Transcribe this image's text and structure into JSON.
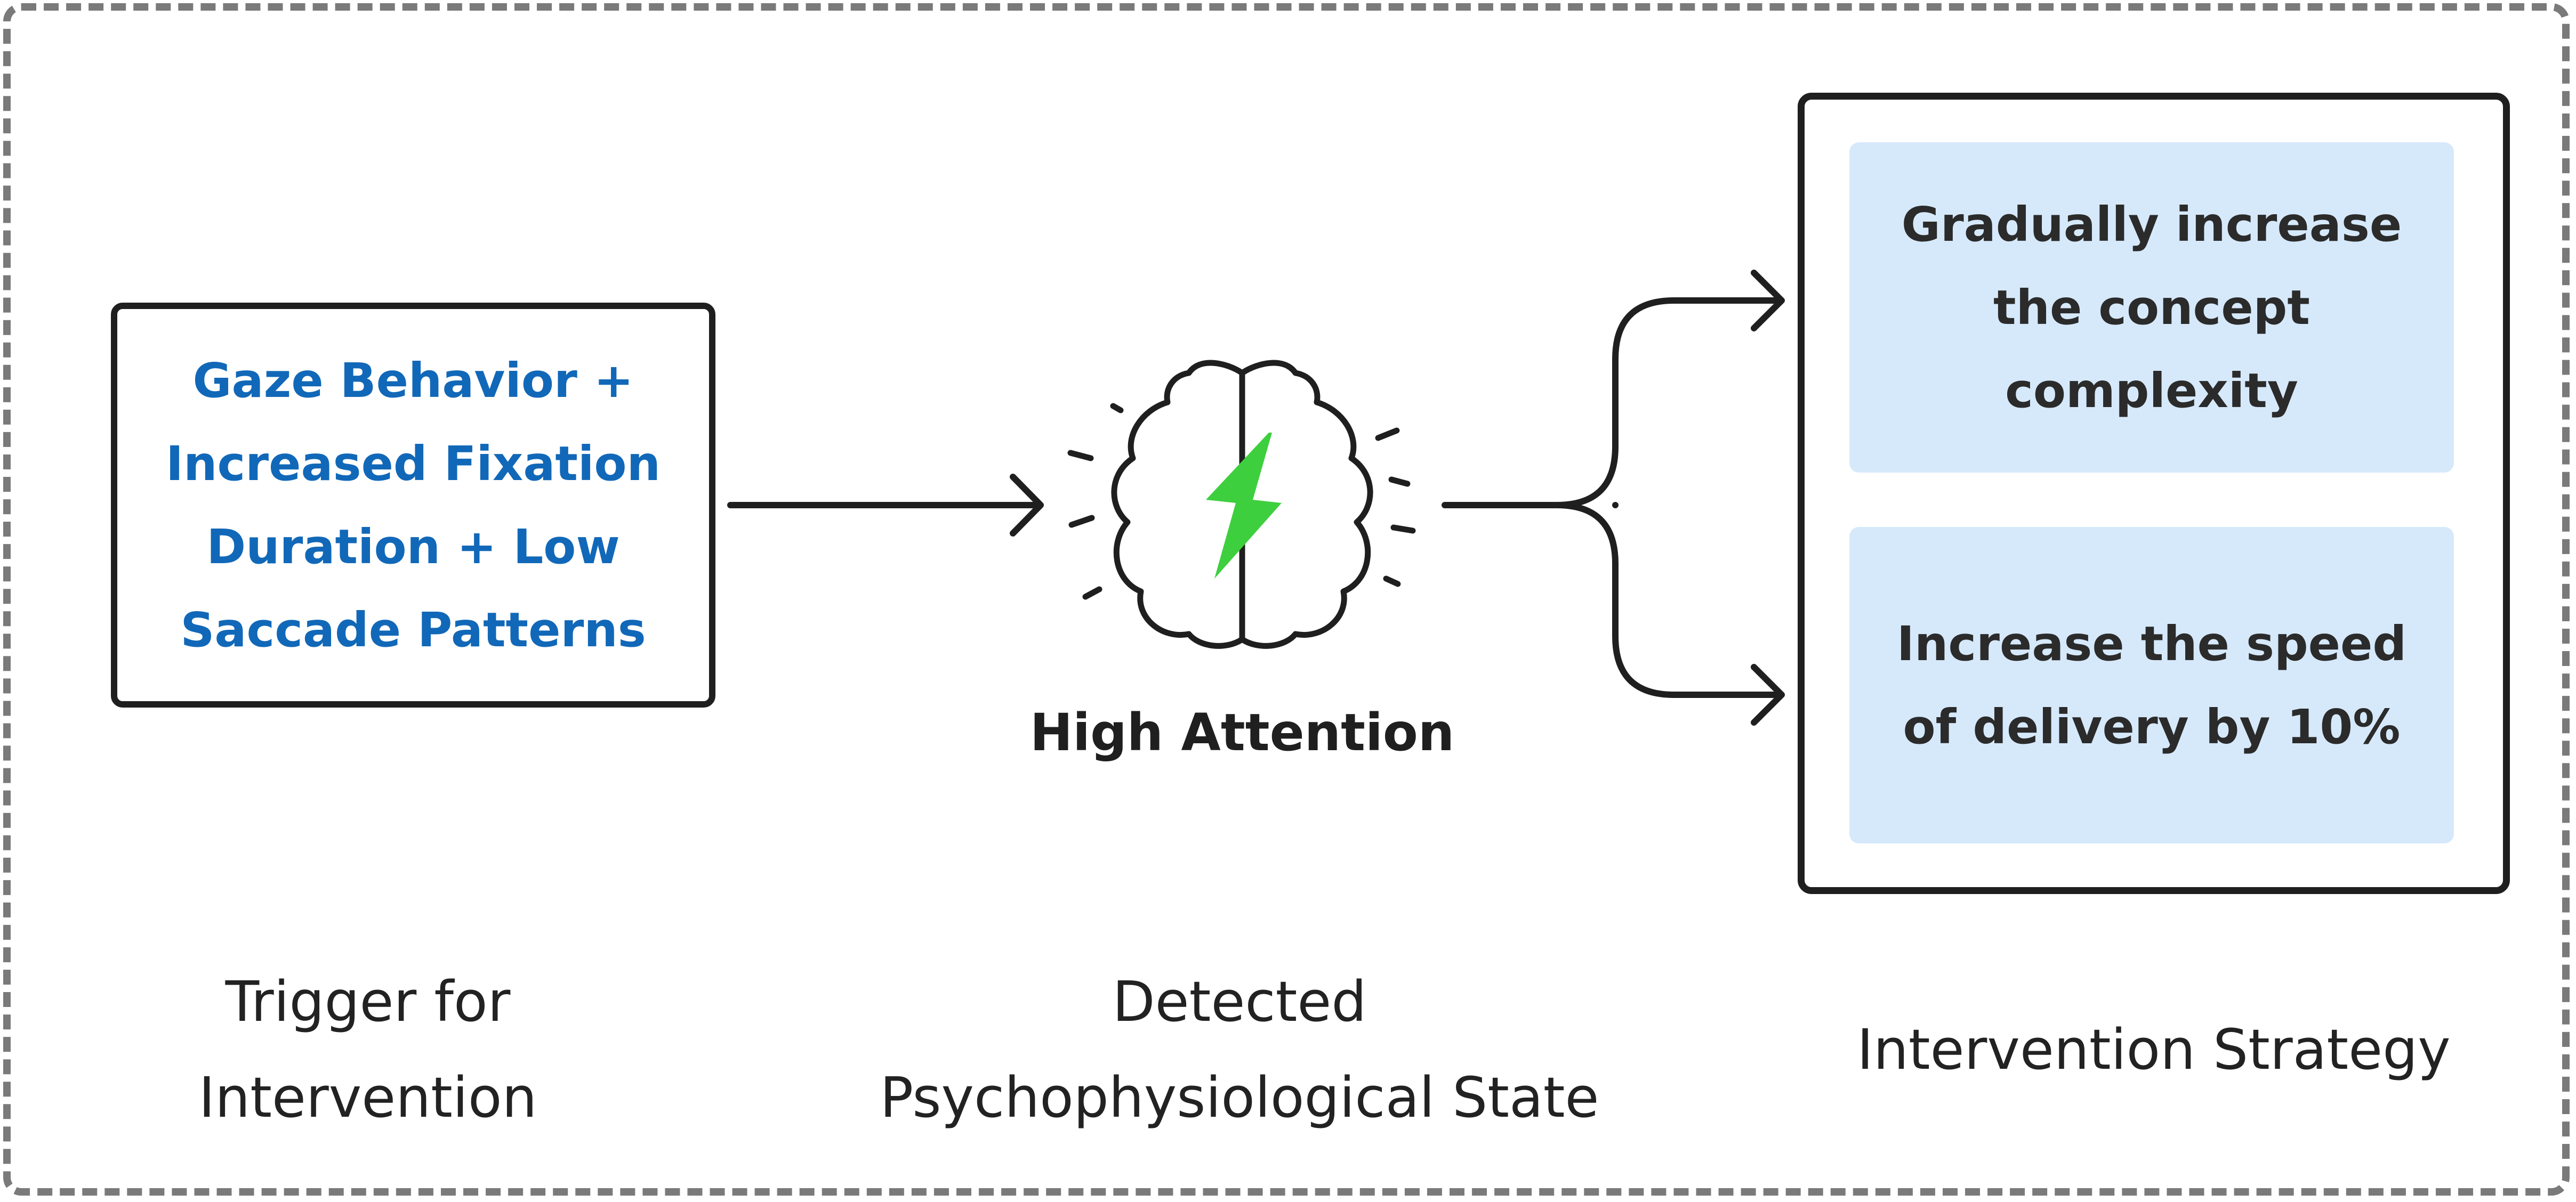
{
  "trigger_box": {
    "text": "Gaze Behavior +\nIncreased Fixation\nDuration + Low\nSaccade Patterns"
  },
  "detected_state": {
    "label": "High Attention",
    "icon": "brain-icon"
  },
  "strategies": [
    {
      "text": "Gradually increase\nthe concept\ncomplexity"
    },
    {
      "text": "Increase the speed\nof delivery by 10%"
    }
  ],
  "column_labels": {
    "trigger": "Trigger for\nIntervention",
    "state": "Detected\nPsychophysiological State",
    "strategy": "Intervention Strategy"
  },
  "colors": {
    "trigger_text": "#1168b8",
    "strategy_fill": "#d6e9fb",
    "lightning": "#3ecf3e",
    "stroke": "#1f1f1f",
    "border_dashed": "#7a7a7a"
  }
}
